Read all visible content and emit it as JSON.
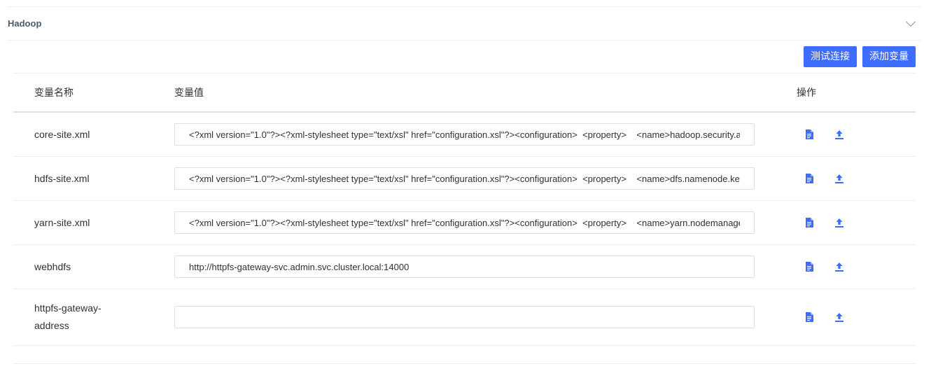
{
  "section": {
    "title": "Hadoop"
  },
  "toolbar": {
    "test_connection_label": "测试连接",
    "add_variable_label": "添加变量"
  },
  "table": {
    "headers": {
      "name": "变量名称",
      "value": "变量值",
      "ops": "操作"
    },
    "rows": [
      {
        "name": "core-site.xml",
        "value": "<?xml version=\"1.0\"?><?xml-stylesheet type=\"text/xsl\" href=\"configuration.xsl\"?><configuration>  <property>    <name>hadoop.security.authentication</name>"
      },
      {
        "name": "hdfs-site.xml",
        "value": "<?xml version=\"1.0\"?><?xml-stylesheet type=\"text/xsl\" href=\"configuration.xsl\"?><configuration>  <property>    <name>dfs.namenode.kerberos.principal</name>"
      },
      {
        "name": "yarn-site.xml",
        "value": "<?xml version=\"1.0\"?><?xml-stylesheet type=\"text/xsl\" href=\"configuration.xsl\"?><configuration>  <property>    <name>yarn.nodemanager.resource.memory-mb</name>"
      },
      {
        "name": "webhdfs",
        "value": "http://httpfs-gateway-svc.admin.svc.cluster.local:14000"
      },
      {
        "name": "httpfs-gateway-address",
        "value": ""
      }
    ],
    "row_icons": [
      "file-icon",
      "upload-icon"
    ]
  },
  "colors": {
    "primary": "#3d6cff",
    "border": "#ebeef5",
    "header_border": "#dcdfe6",
    "text": "#303133",
    "section_title": "#4a5a70"
  }
}
